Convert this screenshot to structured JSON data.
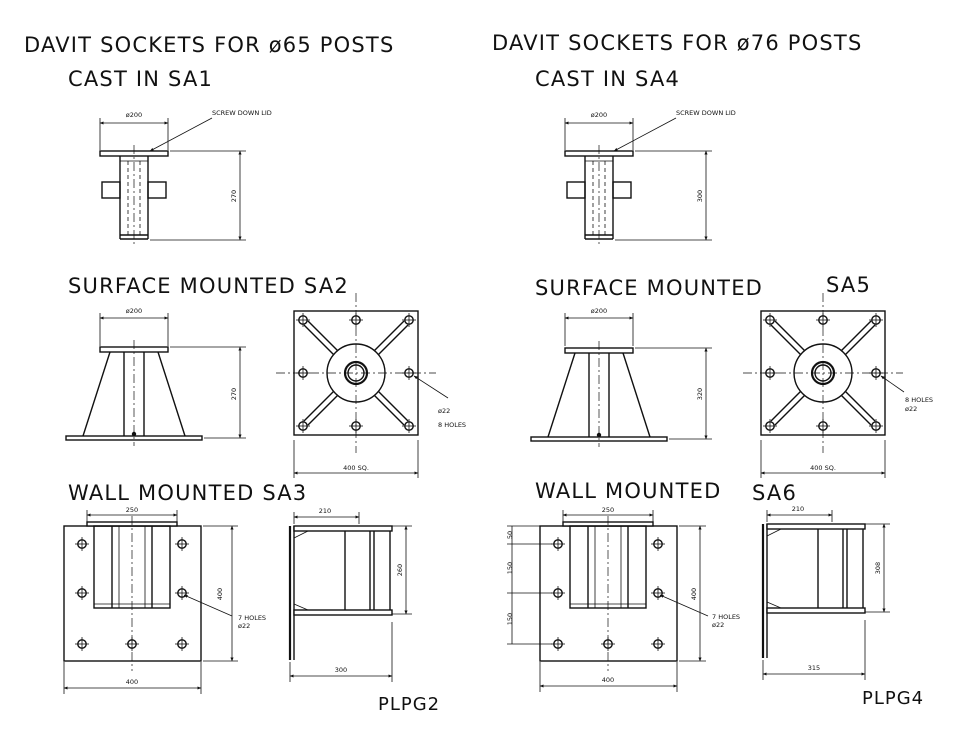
{
  "left": {
    "title": "DAVIT SOCKETS FOR ø65 POSTS",
    "cast_label": "CAST IN SA1",
    "surface_label": "SURFACE MOUNTED SA2",
    "wall_label": "WALL MOUNTED SA3",
    "cast_dims": {
      "width": "ø200",
      "height": "270",
      "note": "SCREW DOWN LID"
    },
    "surface_dims": {
      "width": "ø200",
      "height": "270",
      "plate": "400 SQ.",
      "holes_size": "ø22",
      "holes_count": "8 HOLES"
    },
    "wall_dims": {
      "width": "250",
      "plate_width": "400",
      "plate_height": "400",
      "side_depth": "210",
      "side_height": "260",
      "side_width": "300",
      "holes_count": "7 HOLES",
      "holes_size": "ø22"
    },
    "drawing_ref": "PLPG2"
  },
  "right": {
    "title": "DAVIT SOCKETS FOR ø76 POSTS",
    "cast_label": "CAST IN SA4",
    "surface_label": "SURFACE MOUNTED",
    "surface_code": "SA5",
    "wall_label": "WALL MOUNTED",
    "wall_code": "SA6",
    "cast_dims": {
      "width": "ø200",
      "height": "300",
      "note": "SCREW DOWN LID"
    },
    "surface_dims": {
      "width": "ø200",
      "height": "320",
      "plate": "400 SQ.",
      "holes_count": "8 HOLES",
      "holes_size": "ø22"
    },
    "wall_dims": {
      "width": "250",
      "plate_width": "400",
      "plate_height": "400",
      "spacing_top": "50",
      "spacing_mid": "150",
      "spacing_bot": "150",
      "side_depth": "210",
      "side_height": "308",
      "side_width": "315",
      "holes_count": "7 HOLES",
      "holes_size": "ø22"
    },
    "drawing_ref": "PLPG4"
  }
}
